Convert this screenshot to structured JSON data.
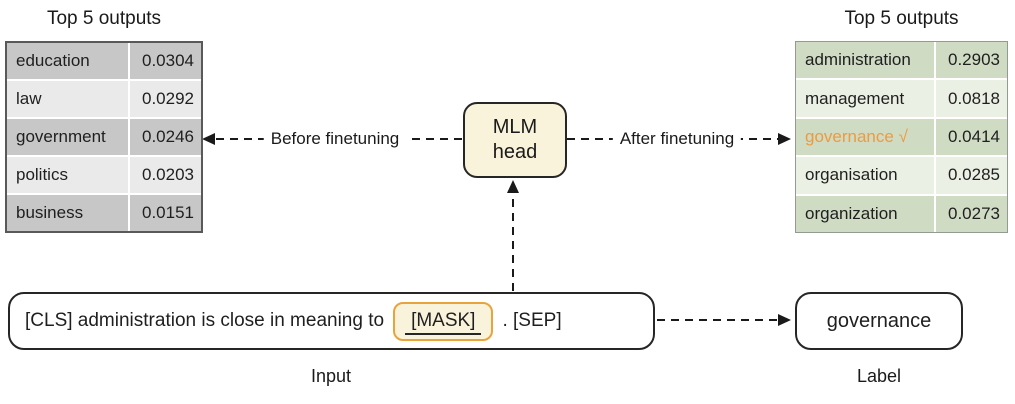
{
  "left_panel": {
    "title": "Top 5 outputs",
    "rows": [
      {
        "word": "education",
        "value": "0.0304"
      },
      {
        "word": "law",
        "value": "0.0292"
      },
      {
        "word": "government",
        "value": "0.0246"
      },
      {
        "word": "politics",
        "value": "0.0203"
      },
      {
        "word": "business",
        "value": "0.0151"
      }
    ]
  },
  "right_panel": {
    "title": "Top 5 outputs",
    "rows": [
      {
        "word": "administration",
        "value": "0.2903"
      },
      {
        "word": "management",
        "value": "0.0818"
      },
      {
        "word": "governance √",
        "value": "0.0414"
      },
      {
        "word": "organisation",
        "value": "0.0285"
      },
      {
        "word": "organization",
        "value": "0.0273"
      }
    ],
    "highlighted_row": "governance √"
  },
  "center": {
    "mlm_line1": "MLM",
    "mlm_line2": "head"
  },
  "arrows": {
    "before_label": "Before finetuning",
    "after_label": "After finetuning"
  },
  "input": {
    "prefix": "[CLS] administration is close in meaning to",
    "mask_token": "[MASK]",
    "suffix": ". [SEP]",
    "caption": "Input"
  },
  "label_box": {
    "text": "governance",
    "caption": "Label"
  },
  "colors": {
    "accent_orange": "#ED9B40",
    "mask_border_orange": "#E8A33D",
    "cream_fill": "#FAF3DC",
    "left_row_dark": "#C7C7C7",
    "left_row_light": "#EAEAEA",
    "right_row_dark": "#CFDCC3",
    "right_row_light": "#EBF0E4"
  }
}
